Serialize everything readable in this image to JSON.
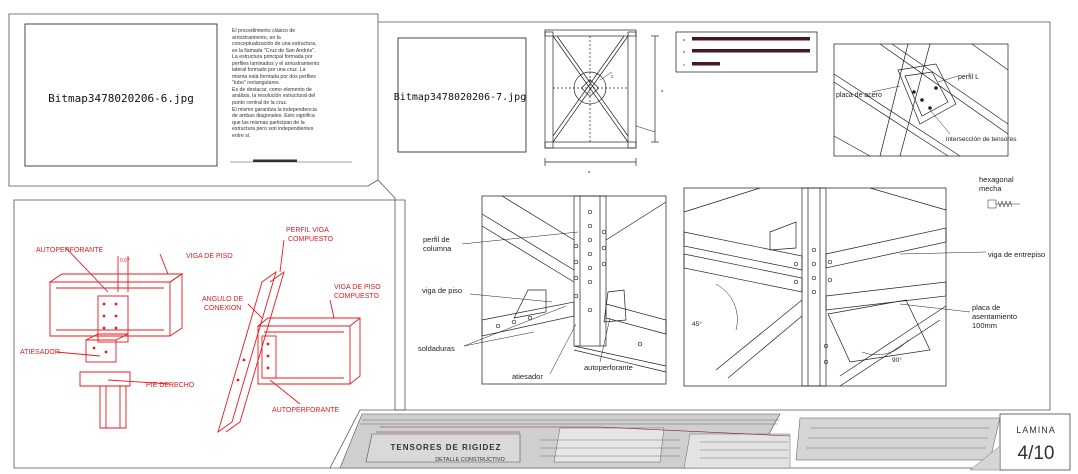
{
  "top_left": {
    "bitmap_placeholder": "Bitmap3478020206-6.jpg",
    "paragraph": [
      "El procedimiento clásico de",
      "arriostramiento, en la",
      "conceptualización de una estructura,",
      "es la llamada \"Cruz de San Andrés\".",
      "La estructura principal formada por",
      "perfiles laminados y el arriostramiento",
      "lateral formado por una cruz. La",
      "misma está formada por dos perfiles",
      "\"tubo\" rectangulares.",
      "Es de destacar, como elemento de",
      "análisis, la resolución estructural del",
      "punto central de la cruz.",
      "El mismo garantiza la independencia",
      "de ambas diagonales. Esto significa",
      "que las mismas participan de la",
      "estructura pero son independientes",
      "entre sí."
    ]
  },
  "top_center": {
    "bitmap_placeholder": "Bitmap3478020206-7.jpg",
    "dim_vertical": "a",
    "dim_horizontal": "a",
    "center_label": "c"
  },
  "legend": {
    "items": [
      {
        "key": "a"
      },
      {
        "key": "b"
      },
      {
        "key": "c"
      }
    ]
  },
  "connection_detail": {
    "labels": [
      "placa de acero",
      "perfil L",
      "intersección de tensores"
    ]
  },
  "red_detail": {
    "color": "#e8191c",
    "labels": {
      "autoperforante_top": "AUTOPERFORANTE",
      "viga_de_piso": "VIGA DE PISO",
      "dim": "0.07",
      "perfil_viga": "PERFIL VIGA",
      "compuesto1": "COMPUESTO",
      "viga_de_piso_comp": "VIGA DE PISO",
      "compuesto2": "COMPUESTO",
      "angulo_de": "ANGULO DE",
      "conexion": "CONEXION",
      "atiesador": "ATIESADOR",
      "pie_derecho": "PIE DERECHO",
      "autoperforante_bottom": "AUTOPERFORANTE"
    }
  },
  "column_detail": {
    "labels": {
      "perfil_de": "perfil de",
      "columna": "columna",
      "viga_de_piso": "viga de piso",
      "soldaduras": "soldaduras",
      "atiesador": "atiesador",
      "autoperforante": "autoperforante"
    }
  },
  "beam_detail": {
    "labels": {
      "hexagonal": "hexagonal",
      "mecha": "mecha",
      "viga_entrepiso": "viga de entrepiso",
      "placa_de": "placa de",
      "asentamiento": "asentamiento",
      "mm": "100mm",
      "angle45": "45°",
      "angle90": "90°"
    }
  },
  "title_block": {
    "title": "TENSORES DE RIGIDEZ",
    "subtitle": "DETALLE CONSTRUCTIVO",
    "lamina_label": "LAMINA",
    "sheet_number": "4/10"
  }
}
